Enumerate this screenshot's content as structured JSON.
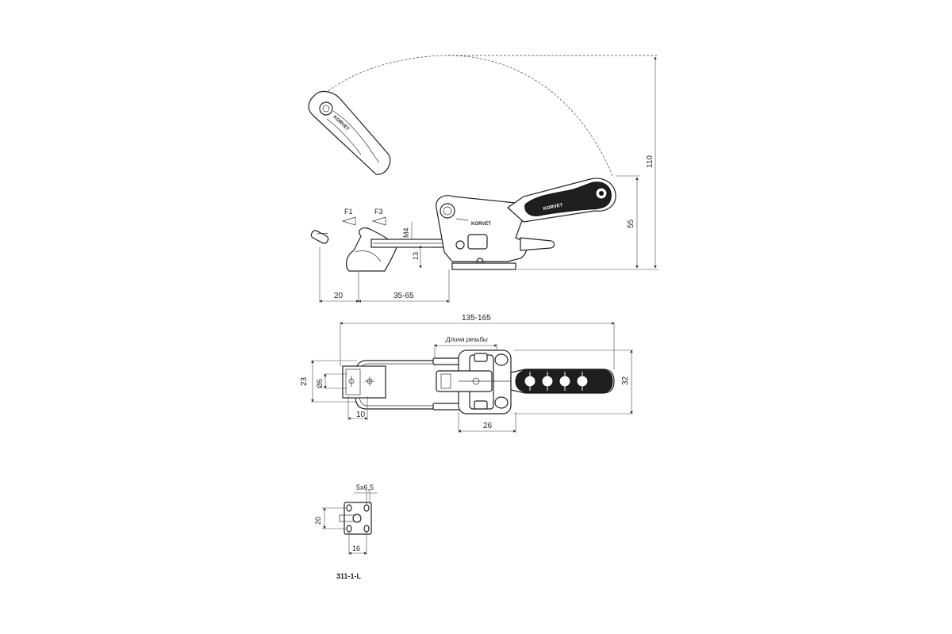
{
  "labels": {
    "force1": "F1",
    "force3": "F3",
    "thread": "M4",
    "thread_length": "Длина резьбы",
    "model": "311-1-L",
    "brand": "KORVET"
  },
  "dimensions": {
    "total_height": "110",
    "handle_height": "55",
    "bar_height": "13",
    "tip_length": "20",
    "stroke_range": "35-65",
    "overall_length": "135-165",
    "hook_width": "23",
    "hole_diameter": "Ø5",
    "hook_offset": "10",
    "bracket_length": "26",
    "body_width": "32",
    "slot": "5x6,5",
    "base_height": "20",
    "base_width": "16"
  },
  "colors": {
    "line": "#222222",
    "grip": "#1e1e1e",
    "background": "#ffffff"
  }
}
